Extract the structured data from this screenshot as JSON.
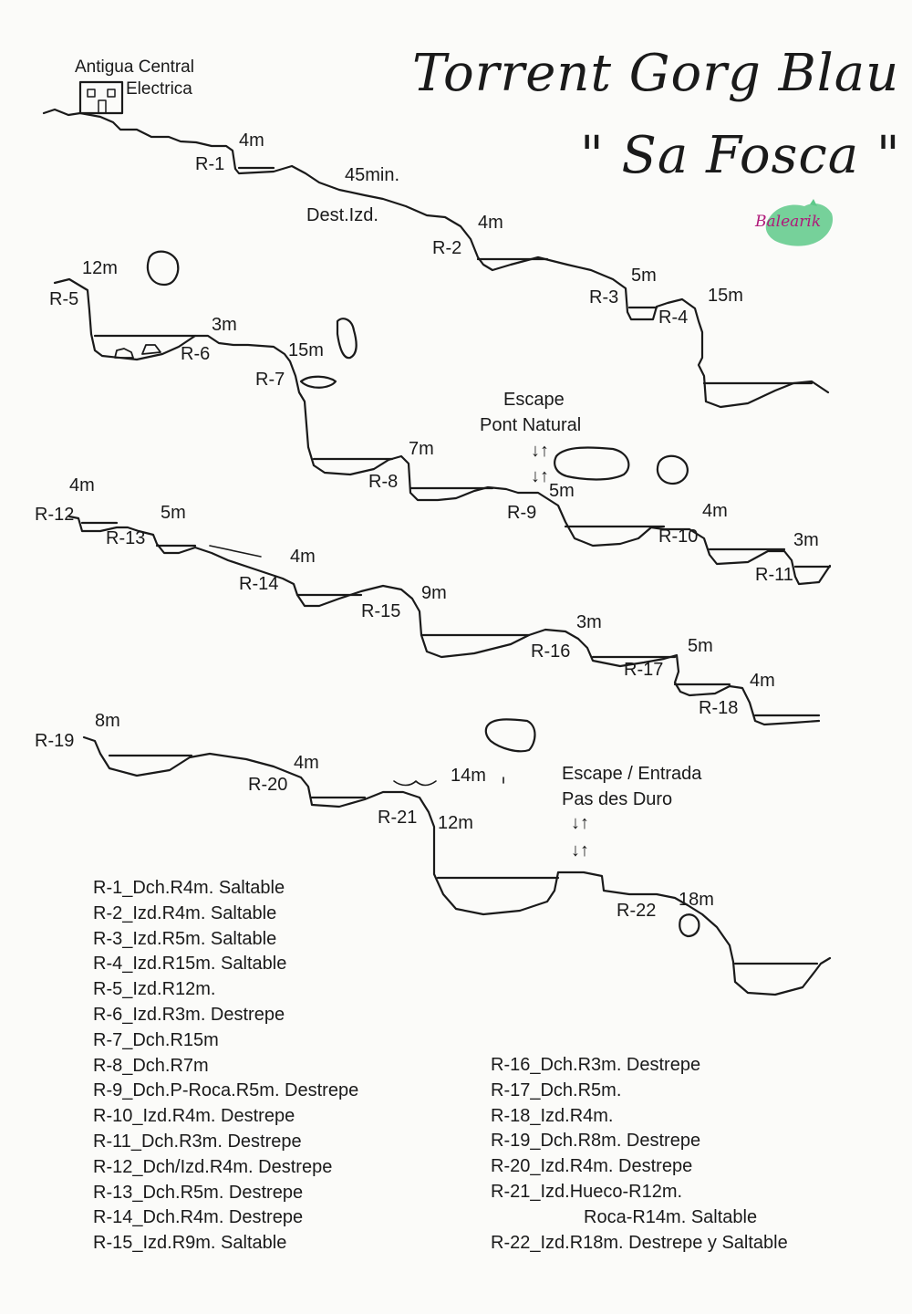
{
  "title": "Torrent Gorg Blau",
  "subtitle": "\" Sa Fosca \"",
  "logo_text": "Balearik",
  "colors": {
    "ink": "#1a1a1a",
    "logo_green": "#5ec98a",
    "logo_text": "#b0197a",
    "background": "#fbfbf9"
  },
  "start": {
    "label_line1": "Antigua Central",
    "label_line2": "Electrica"
  },
  "rappels": [
    {
      "id": "R-1",
      "height": "4m"
    },
    {
      "id": "R-2",
      "height": "4m"
    },
    {
      "id": "R-3",
      "height": "5m"
    },
    {
      "id": "R-4",
      "height": "15m"
    },
    {
      "id": "R-5",
      "height": "12m"
    },
    {
      "id": "R-6",
      "height": "3m"
    },
    {
      "id": "R-7",
      "height": "15m"
    },
    {
      "id": "R-8",
      "height": "7m"
    },
    {
      "id": "R-9",
      "height": "5m"
    },
    {
      "id": "R-10",
      "height": "4m"
    },
    {
      "id": "R-11",
      "height": "3m"
    },
    {
      "id": "R-12",
      "height": "4m"
    },
    {
      "id": "R-13",
      "height": "5m"
    },
    {
      "id": "R-14",
      "height": "4m"
    },
    {
      "id": "R-15",
      "height": "9m"
    },
    {
      "id": "R-16",
      "height": "3m"
    },
    {
      "id": "R-17",
      "height": "5m"
    },
    {
      "id": "R-18",
      "height": "4m"
    },
    {
      "id": "R-19",
      "height": "8m"
    },
    {
      "id": "R-20",
      "height": "4m"
    },
    {
      "id": "R-21",
      "height": "12m",
      "extra_height": "14m"
    },
    {
      "id": "R-22",
      "height": "18m"
    }
  ],
  "notes": {
    "time": "45min.",
    "dest": "Dest.Izd."
  },
  "escapes": [
    {
      "line1": "Escape",
      "line2": "Pont Natural",
      "arrows": "↓↑"
    },
    {
      "line1": "Escape / Entrada",
      "line2": "Pas des Duro",
      "arrows": "↓↑"
    }
  ],
  "legend_left": [
    "R-1_Dch.R4m. Saltable",
    "R-2_Izd.R4m. Saltable",
    "R-3_Izd.R5m. Saltable",
    "R-4_Izd.R15m. Saltable",
    "R-5_Izd.R12m.",
    "R-6_Izd.R3m. Destrepe",
    "R-7_Dch.R15m",
    "R-8_Dch.R7m",
    "R-9_Dch.P-Roca.R5m. Destrepe",
    "R-10_Izd.R4m. Destrepe",
    "R-11_Dch.R3m. Destrepe",
    "R-12_Dch/Izd.R4m. Destrepe",
    "R-13_Dch.R5m. Destrepe",
    "R-14_Dch.R4m. Destrepe",
    "R-15_Izd.R9m. Saltable"
  ],
  "legend_right": [
    "R-16_Dch.R3m. Destrepe",
    "R-17_Dch.R5m.",
    "R-18_Izd.R4m.",
    "R-19_Dch.R8m. Destrepe",
    "R-20_Izd.R4m. Destrepe",
    "R-21_Izd.Hueco-R12m.",
    "Roca-R14m. Saltable",
    "R-22_Izd.R18m. Destrepe y Saltable"
  ]
}
